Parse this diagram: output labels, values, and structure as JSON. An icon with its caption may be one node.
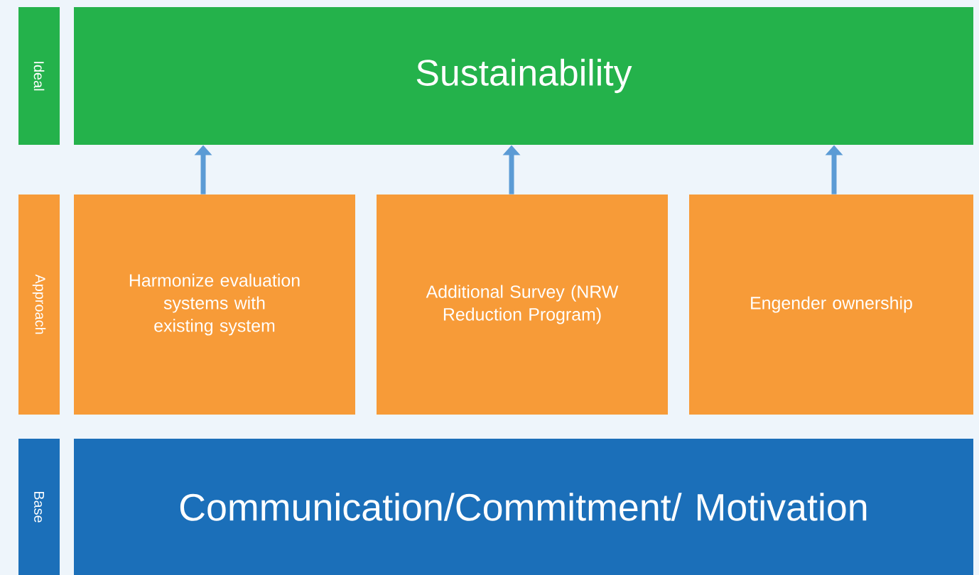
{
  "diagram": {
    "nodes": [
      {
        "text": [
          "Ideal"
        ]
      },
      {
        "text": [
          "Sustainability"
        ]
      },
      {
        "text": [
          "Approach"
        ]
      },
      {
        "text": [
          "Harmonize evaluation systems with existing system"
        ]
      },
      {
        "text": [
          "Additional Survey (NRW Reduction Program)"
        ]
      },
      {
        "text": [
          "Engender ownership"
        ]
      },
      {
        "text": [
          "Base"
        ]
      },
      {
        "text": [
          "Communication/Commitment/ Motivation"
        ]
      }
    ],
    "edges": [
      {
        "from": 3,
        "to": 1,
        "arrow": "to"
      },
      {
        "from": 4,
        "to": 1,
        "arrow": "to"
      },
      {
        "from": 5,
        "to": 1,
        "arrow": "to"
      }
    ]
  }
}
